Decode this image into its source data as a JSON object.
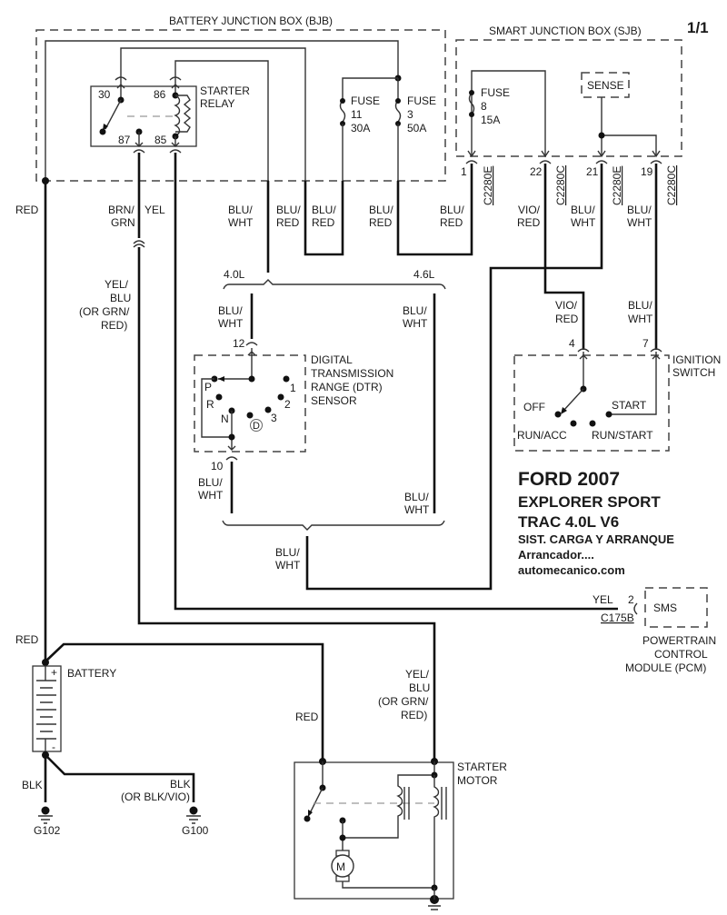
{
  "diagram": {
    "page_indicator": "1/1",
    "title": {
      "line1": "FORD 2007",
      "line2": "EXPLORER SPORT",
      "line3": "TRAC  4.0L  V6",
      "line4": "SIST. CARGA Y ARRANQUE",
      "line5": "Arrancador....",
      "line6": "automecanico.com"
    },
    "bjb": {
      "label": "BATTERY JUNCTION BOX (BJB)",
      "relay": {
        "label1": "STARTER",
        "label2": "RELAY",
        "pins": [
          "30",
          "86",
          "87",
          "85"
        ]
      },
      "fuse11": {
        "l1": "FUSE",
        "l2": "11",
        "l3": "30A"
      },
      "fuse3": {
        "l1": "FUSE",
        "l2": "3",
        "l3": "50A"
      }
    },
    "sjb": {
      "label": "SMART JUNCTION BOX (SJB)",
      "fuse8": {
        "l1": "FUSE",
        "l2": "8",
        "l3": "15A"
      },
      "sense": "SENSE",
      "pins": [
        {
          "num": "1",
          "connector": "C2280E"
        },
        {
          "num": "22",
          "connector": "C2280C"
        },
        {
          "num": "21",
          "connector": "C2280E"
        },
        {
          "num": "19",
          "connector": "C2280C"
        }
      ]
    },
    "wires": {
      "red_main": "RED",
      "brn": [
        "BRN/",
        "GRN"
      ],
      "yel": "YEL",
      "blu_wht_a": [
        "BLU/",
        "WHT"
      ],
      "blu_red_a": [
        "BLU/",
        "RED"
      ],
      "blu_red_b": [
        "BLU/",
        "RED"
      ],
      "blu_red_c": [
        "BLU/",
        "RED"
      ],
      "blu_red_d": [
        "BLU/",
        "RED"
      ],
      "vio_red": [
        "VIO/",
        "RED"
      ],
      "blu_wht_b": [
        "BLU/",
        "WHT"
      ],
      "blu_wht_c": [
        "BLU/",
        "WHT"
      ],
      "yel_blu": [
        "YEL/",
        "BLU",
        "(OR GRN/",
        "RED)"
      ],
      "engine_40": "4.0L",
      "engine_46": "4.6L",
      "blu_wht_40": [
        "BLU/",
        "WHT"
      ],
      "blu_wht_46": [
        "BLU/",
        "WHT"
      ],
      "vio_red_2": [
        "VIO/",
        "RED"
      ],
      "blu_wht_ign": [
        "BLU/",
        "WHT"
      ],
      "blu_wht_10": [
        "BLU/",
        "WHT"
      ],
      "blu_wht_46b": [
        "BLU/",
        "WHT"
      ],
      "blu_wht_join": [
        "BLU/",
        "WHT"
      ],
      "red_batt": "RED",
      "red_motor": "RED",
      "yel_blu_motor": [
        "YEL/",
        "BLU",
        "(OR GRN/",
        "RED)"
      ],
      "blk_g102": "BLK",
      "blk_g100": [
        "BLK",
        "(OR BLK/VIO)"
      ]
    },
    "dtr": {
      "label": [
        "DIGITAL",
        "TRANSMISSION",
        "RANGE (DTR)",
        "SENSOR"
      ],
      "pin_top": "12",
      "pin_bottom": "10",
      "positions": [
        "P",
        "R",
        "N",
        "D",
        "3",
        "2",
        "1"
      ]
    },
    "ignition": {
      "label": [
        "IGNITION",
        "SWITCH"
      ],
      "pin_a": "4",
      "pin_b": "7",
      "positions": {
        "off": "OFF",
        "start": "START",
        "run_acc": "RUN/ACC",
        "run_start": "RUN/START"
      }
    },
    "pcm": {
      "wire": "YEL",
      "pin": "2",
      "connector": "C175B",
      "inner": "SMS",
      "label": [
        "POWERTRAIN",
        "CONTROL",
        "MODULE (PCM)"
      ]
    },
    "battery": {
      "label": "BATTERY",
      "plus": "+",
      "minus": "-"
    },
    "grounds": {
      "g102": "G102",
      "g100": "G100"
    },
    "starter_motor": {
      "label": [
        "STARTER",
        "MOTOR"
      ],
      "motor_symbol": "M"
    }
  }
}
